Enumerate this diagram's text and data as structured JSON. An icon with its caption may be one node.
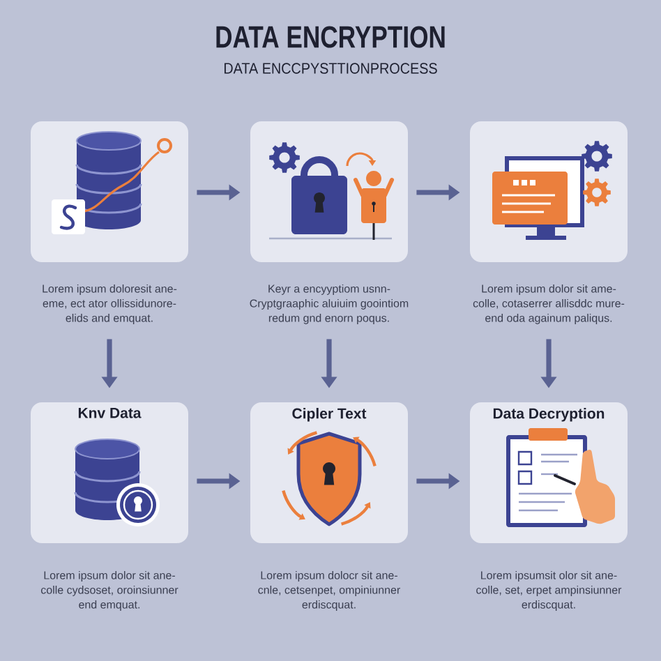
{
  "diagram": {
    "title": "DATA ENCRYPTION",
    "nodes": [
      {
        "text": [],
        "shape": "box",
        "beside": [
          "Lorem ipsum doloresit ane- eme, ect ator ollissidunore- elids and emquat."
        ]
      },
      {
        "text": [],
        "shape": "box",
        "beside": [
          "Keyr a encyyptiom usnn- Cryptgraaphic aluiuim goointiom redum gnd enorn poqus."
        ]
      },
      {
        "text": [],
        "shape": "box",
        "beside": [
          "Lorem ipsum dolor sit ame- colle, cotaserrer allisddc mure- end oda againum paliqus."
        ]
      },
      {
        "text": [
          "Knv Data"
        ],
        "beside": [
          "Lorem ipsum dolor sit ane- colle cydsoset, oroinsiunner end emquat."
        ]
      },
      {
        "text": [
          "Cipler Text"
        ],
        "beside": [
          "Lorem ipsum dolocr sit ane- cnle, cetsenpet, ompiniunner erdiscquat."
        ]
      },
      {
        "text": [
          "Data Decryption"
        ],
        "beside": [
          "Lorem ipsumsit olor sit ane- colle, set, erpet ampinsiunner erdiscquat."
        ]
      }
    ],
    "edges": [
      {
        "from": 0,
        "to": 1,
        "arrow": "to"
      },
      {
        "from": 1,
        "to": 2,
        "arrow": "to"
      },
      {
        "from": 0,
        "to": 3,
        "arrow": "to"
      },
      {
        "from": 1,
        "to": 4,
        "arrow": "to"
      },
      {
        "from": 2,
        "to": 5,
        "arrow": "to"
      },
      {
        "from": 3,
        "to": 4,
        "arrow": "to"
      },
      {
        "from": 4,
        "to": 5,
        "arrow": "to"
      }
    ],
    "labels": [
      "DATA ENCCPYSTTIONPROCESS"
    ]
  }
}
